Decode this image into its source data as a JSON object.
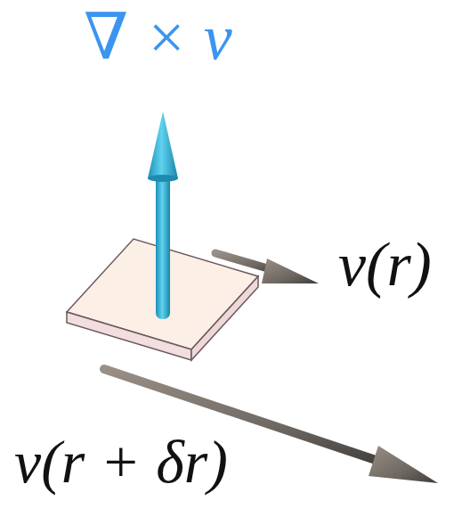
{
  "diagram": {
    "labels": [
      "∇ × v",
      "v(r)",
      "v(r + δr)"
    ]
  }
}
